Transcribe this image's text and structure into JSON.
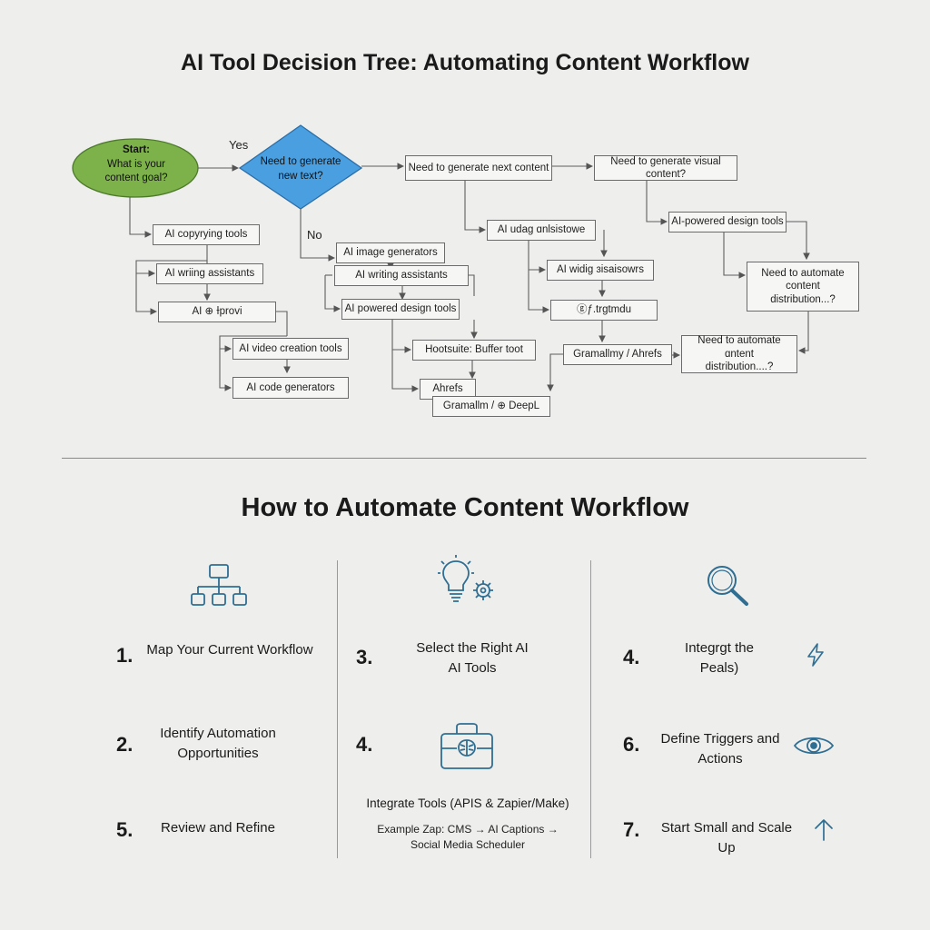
{
  "titles": {
    "top": "AI Tool Decision Tree: Automating Content Workflow",
    "bottom": "How to Automate Content Workflow"
  },
  "tree": {
    "start": [
      "Start:",
      "What is your",
      "content goal?"
    ],
    "decision": [
      "Need to generate",
      "new text?"
    ],
    "yes_label": "Yes",
    "no_label": "No",
    "boxes": {
      "next_content": "Need to generate next content",
      "visual_content": "Need to generate visual content?",
      "copywriting": "AI copyrying tools",
      "writing1": "AI wriing assistants",
      "ai_trprovi": "AI ⊕ Ɨprovi",
      "video": "AI video creation tools",
      "code": "AI code generators",
      "image_gen": "AI image generators",
      "writing2": "AI writing assistants",
      "powered_design": "AI powered design tools",
      "hootsuite": "Hootsuite: Buffer toot",
      "ahrefs": "Ahrefs",
      "grammarly_deepl": "Gramallm / ⊕ DeepL",
      "uday": "AI udag ɑnlsistowe",
      "widig": "AI widig ɜisaisowrs",
      "ftrgtmdu": "ⓖƒ.trgtmdu",
      "grammarly_ahrefs": "Gramallmy / Ahrefs",
      "ai_powered_design": "AI-powered design tools",
      "automate1": [
        "Need to automate",
        "content",
        "distribution...?"
      ],
      "automate2": [
        "Need to automate ɑntent",
        "distribution....?"
      ]
    }
  },
  "steps": [
    {
      "num": "1.",
      "label": [
        "Map Your Current Workflow"
      ]
    },
    {
      "num": "2.",
      "label": [
        "Identify Automation",
        "Opportunities"
      ]
    },
    {
      "num": "5.",
      "label": [
        "Review and Refine"
      ]
    },
    {
      "num": "3.",
      "label": [
        "Select the Right AI",
        "AI Tools"
      ]
    },
    {
      "num": "4.",
      "label": []
    },
    {
      "num": "4.",
      "label": [
        "Integrgt the",
        "Peals)"
      ]
    },
    {
      "num": "6.",
      "label": [
        "Define Triggers and",
        "Actions"
      ]
    },
    {
      "num": "7.",
      "label": [
        "Start Small and Scale Up"
      ]
    }
  ],
  "integrate": {
    "title": "Integrate Tools (APIS & Zapier/Make)",
    "example": [
      "Example Zap: CMS → AI Captions →",
      "Social Media Scheduler"
    ]
  },
  "icons": {
    "step1": "hierarchy-icon",
    "step3": "lightbulb-gear-icon",
    "step4_mid": "toolbox-icon",
    "step_search": "magnifier-icon",
    "step4_right": "lightning-icon",
    "step6": "eye-icon",
    "step7": "arrow-up-icon"
  },
  "colors": {
    "start_node": "#7db24a",
    "decision_node": "#4a9fe0",
    "line": "#5f5f5f",
    "icon": "#2f6e93"
  }
}
